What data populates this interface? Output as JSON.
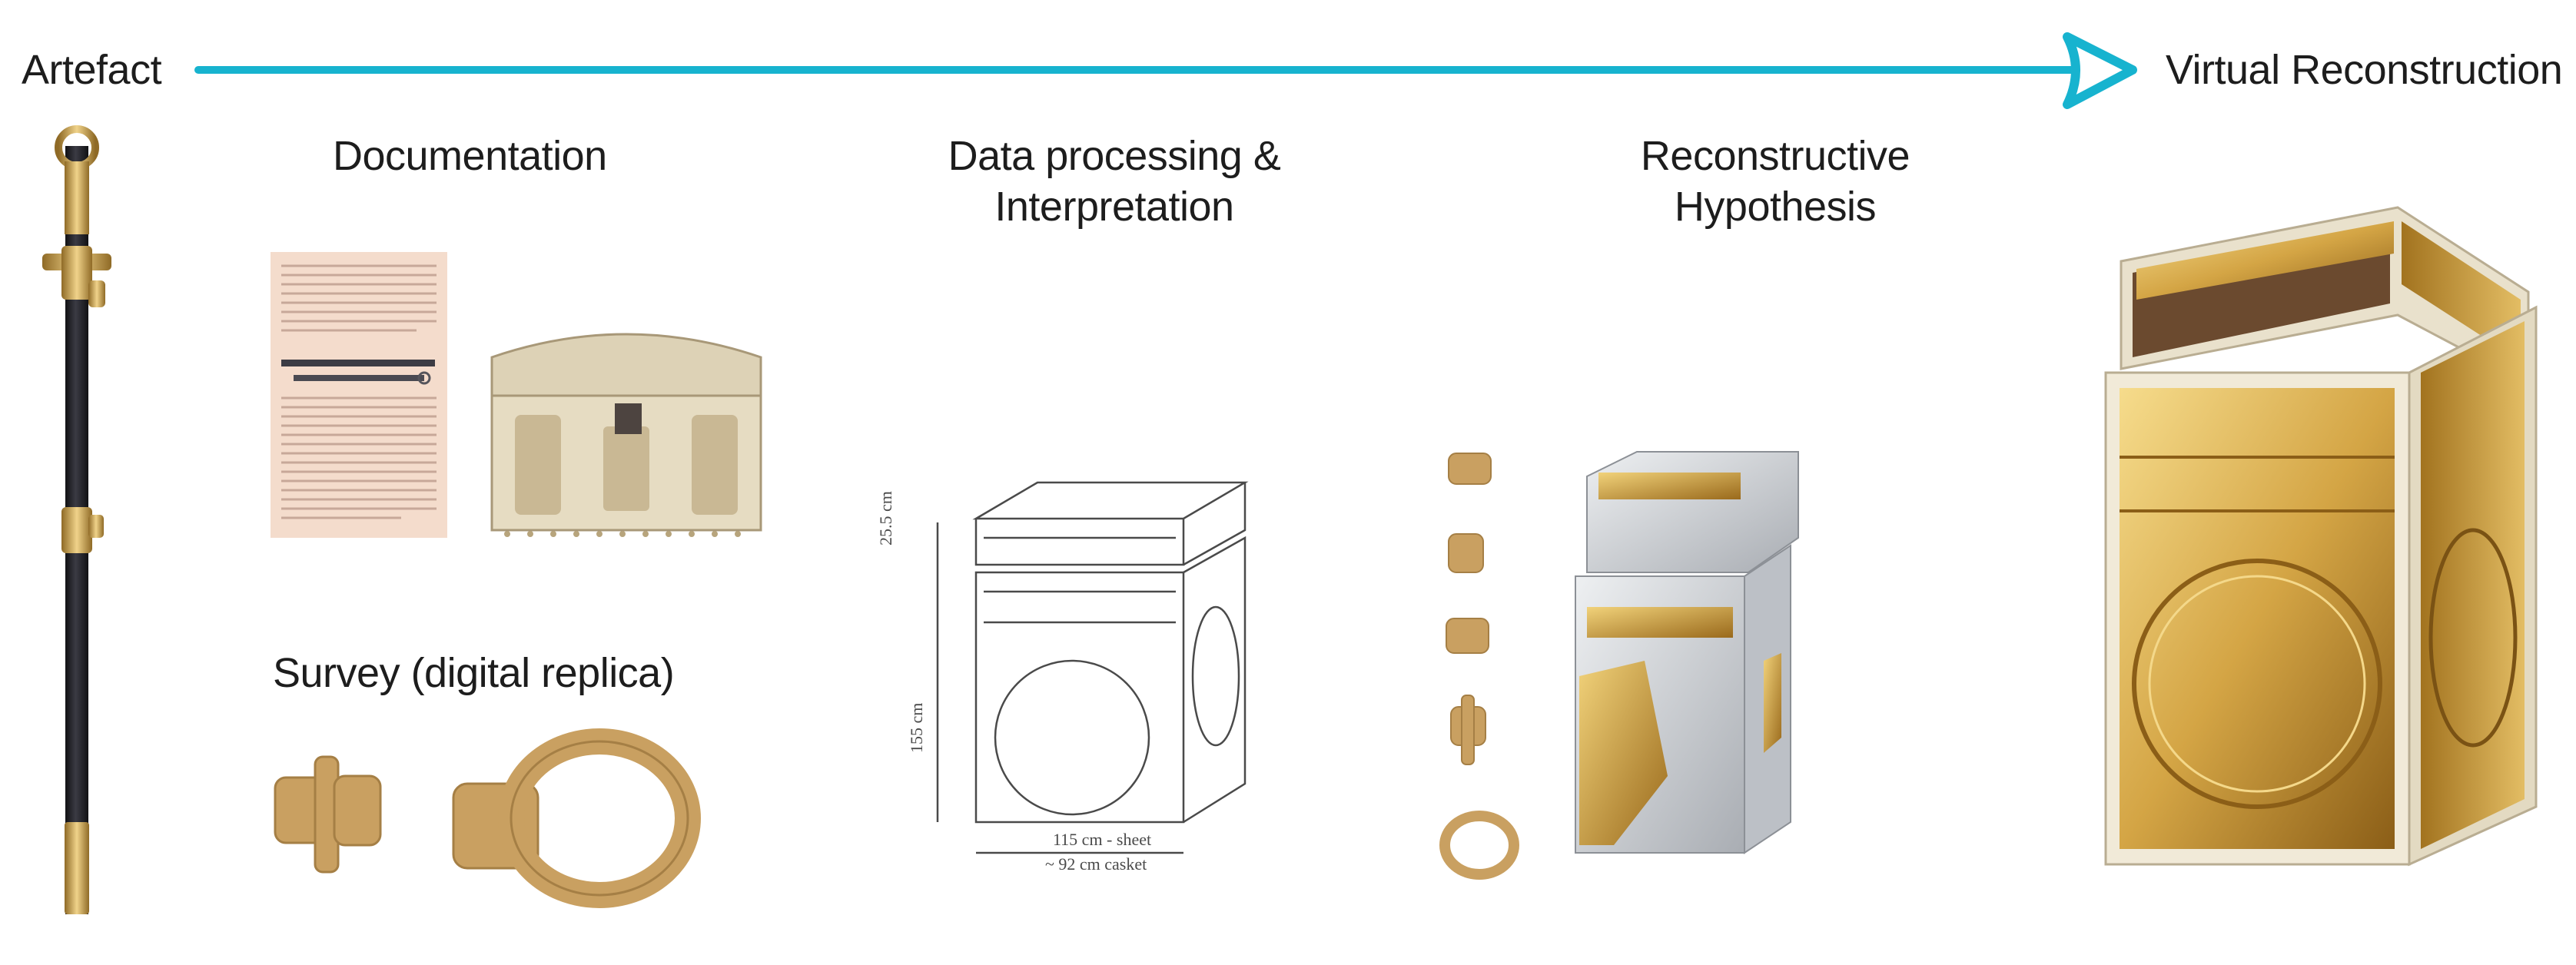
{
  "flow": {
    "start_label": "Artefact",
    "end_label": "Virtual Reconstruction",
    "arrow_color": "#17b3cf"
  },
  "stages": {
    "documentation": "Documentation",
    "survey": "Survey (digital replica)",
    "processing_line1": "Data processing &",
    "processing_line2": "Interpretation",
    "hypothesis_line1": "Reconstructive",
    "hypothesis_line2": "Hypothesis"
  },
  "sketch_notes": {
    "height_lid": "25.5 cm",
    "height_body": "155 cm",
    "width_sheet": "115 cm - sheet",
    "width_casket": "~ 92 cm casket"
  },
  "colors": {
    "gold": "#c99a3a",
    "gold_light": "#f1d27a",
    "ivory": "#e9e1cc",
    "silver": "#cfd2d6",
    "scabbard": "#26262c",
    "wood": "#6b4a2f",
    "fragment": "#c9a061"
  },
  "icons": [
    "arrow-icon",
    "sword-icon",
    "book-page-icon",
    "ivory-casket-icon",
    "ring-fragment-icon",
    "sketch-casket-icon",
    "casket-hypothesis-icon",
    "casket-reconstruction-icon"
  ]
}
